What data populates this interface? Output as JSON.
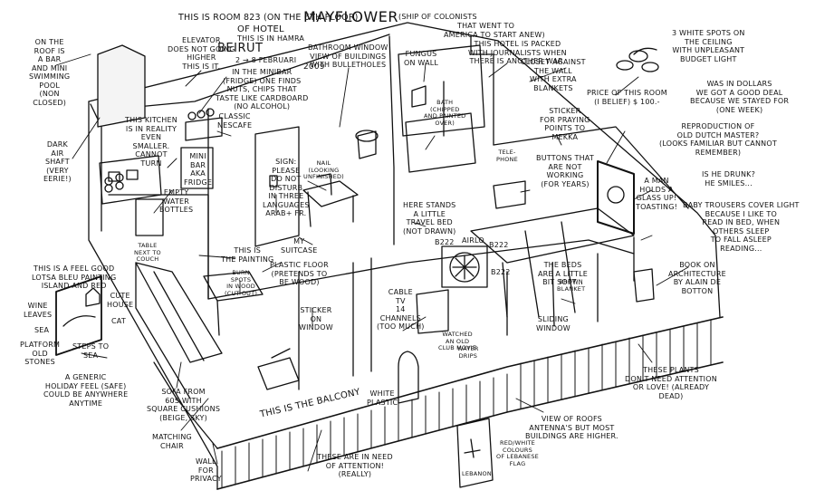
{
  "title": {
    "line1": "THIS IS ROOM 823 (ON THE 6th FLOOR)",
    "line2": "OF HOTEL",
    "hotel": "MAYFLOWER",
    "ship": "(SHIP OF COLONISTS",
    "ship2": "THAT WENT TO",
    "ship3": "AMERICA TO START ANEW)",
    "city": "THIS IS IN HAMRA",
    "beirut": "BEIRUT",
    "dates": "2 → 8 FEBRUARI",
    "year": "2009"
  },
  "notes": {
    "roof": "ON THE\nROOF IS\nA BAR\nAND MINI\nSWIMMING\nPOOL\n(NON\nCLOSED)",
    "elevator": "ELEVATOR\nDOES NOT GOING\nHIGHER\nTHIS IS IT.",
    "minibar": "IN THE MINIBAR\n(FRIDGE) ONE FINDS\nNUTS, CHIPS THAT\nTASTE LIKE CARDBOARD\n(NO ALCOHOL)",
    "bathroom_window": "BATHROOM WINDOW\nVIEW OF BUILDINGS\nWITH BULLETHOLES",
    "fungus": "FUNGUS\nON WALL",
    "journalists": "THIS HOTEL IS PACKED\nWITH JOURNALISTS WHEN\nTHERE IS ANOTHER WAR.",
    "closet": "CLOSET AGAINST\nTHE WALL\nWITH EXTRA\nBLANKETS",
    "white_spots": "3 WHITE SPOTS ON\nTHE CEILING\nWITH UNPLEASANT\nBUDGET LIGHT",
    "price": "PRICE OF THIS ROOM\n(I BELIEF) $ 100.-",
    "dollars": "WAS IN DOLLARS\nWE GOT A GOOD DEAL\nBECAUSE WE STAYED FOR\n(ONE WEEK)",
    "kitchen": "THIS KITCHEN\nIS IN REALITY\nEVEN\nSMALLER.\nCANNOT\nTURN",
    "nescafe": "CLASSIC\nNESCAFE",
    "air_shaft": "DARK\nAIR\nSHAFT\n(VERY\nEERIE!)",
    "minibar_label": "MINI\nBAR\nAKA\nFRIDGE",
    "sign": "SIGN:\nPLEASE\nDO NOT\nDISTURB\nIN THREE\nLANGUAGES\nARAB+ FR.",
    "nail": "NAIL\n(LOOKING\nUNFINISHED)",
    "bath": "BATH\n(CHIPPED\nAND PAINTED\nOVER)",
    "sticker_mekka": "STICKER\nFOR PRAYING\nPOINTS TO\nMEKKA",
    "telephone": "TELE-\nPHONE",
    "buttons": "BUTTONS THAT\nARE NOT\nWORKING\n(FOR YEARS)",
    "dutch": "REPRODUCTION OF\nOLD DUTCH MASTER?\n(LOOKS FAMILIAR BUT CANNOT\nREMEMBER)",
    "man_glass": "A MAN\nHOLDS A\nGLASS UP!\nTOASTING!",
    "drunk": "IS HE DRUNK?\nHE SMILES...",
    "empty_water": "EMPTY\nWATER\nBOTTLES",
    "travel_bed": "HERE STANDS\nA LITTLE\nTRAVEL BED\n(NOT DRAWN)",
    "baby_trousers": "BABY TROUSERS COVER LIGHT\nBECAUSE I LIKE TO\nREAD IN BED, WHEN\nOTHERS SLEEP\nTO FALL ASLEEP\nREADING...",
    "painting": "THIS IS\nTHE PAINTING",
    "suitcase": "MY\nSUITCASE",
    "aircon_b222a": "B222",
    "aircon_airlo": "AIRLO",
    "aircon_b222b": "B222",
    "aircon_b222c": "B222",
    "beds": "THE BEDS\nARE A LITTLE\nBIT SOFT...",
    "brown_blanket": "BROWN\nBLANKET",
    "feel_good": "THIS IS A FEEL GOOD\nLOTSA BLEU PAINTING\nISLAND AND RED",
    "table_couch": "TABLE\nNEXT TO\nCOUCH",
    "plastic_floor": "PLASTIC FLOOR\n(PRETENDS TO\nBE WOOD)",
    "burn_spots": "BURN\nSPOTS\nIN WOOD\n(CUT OUT)",
    "book": "BOOK ON\nARCHITECTURE\nBY ALAIN DE\nBOTTON",
    "wine": "WINE\nLEAVES",
    "sea": "SEA",
    "cute_house": "CUTE\nHOUSE",
    "cat": "CAT",
    "platform": "PLATFORM\nOLD\nSTONES",
    "steps": "STEPS TO\nSEA",
    "cable": "CABLE\nTV\n14\nCHANNELS\n(TOO MUCH)",
    "sticker_window": "STICKER\nON\nWINDOW",
    "generic": "A GENERIC\nHOLIDAY FEEL (SAFE)\nCOULD BE ANYWHERE\nANYTIME",
    "sofa": "SOFA FROM\n60s WITH\nSQUARE CUSHIONS\n(BEIGE, SKY)",
    "movie": "WATCHED\nAN OLD\nCLUB MOVIE",
    "water_drips": "WATER\nDRIPS",
    "sliding": "SLIDING\nWINDOW",
    "plants": "THESE PLANTS\nDON'T NEED ATTENTION\nOR LOVE! (ALREADY\nDEAD)",
    "roofs": "VIEW OF ROOFS\nANTENNA'S BUT MOST\nBUILDINGS ARE HIGHER.",
    "balcony": "THIS IS THE BALCONY",
    "white_plastic": "WHITE\nPLASTIC",
    "matching_chair": "MATCHING\nCHAIR",
    "wall_privacy": "WALL\nFOR\nPRIVACY",
    "attention": "THESE ARE IN NEED\nOF ATTENTION!\n(REALLY)",
    "flag_colours": "RED/WHITE\nCOLOURS\nOF LEBANESE\nFLAG",
    "lebanon": "LEBANON"
  }
}
